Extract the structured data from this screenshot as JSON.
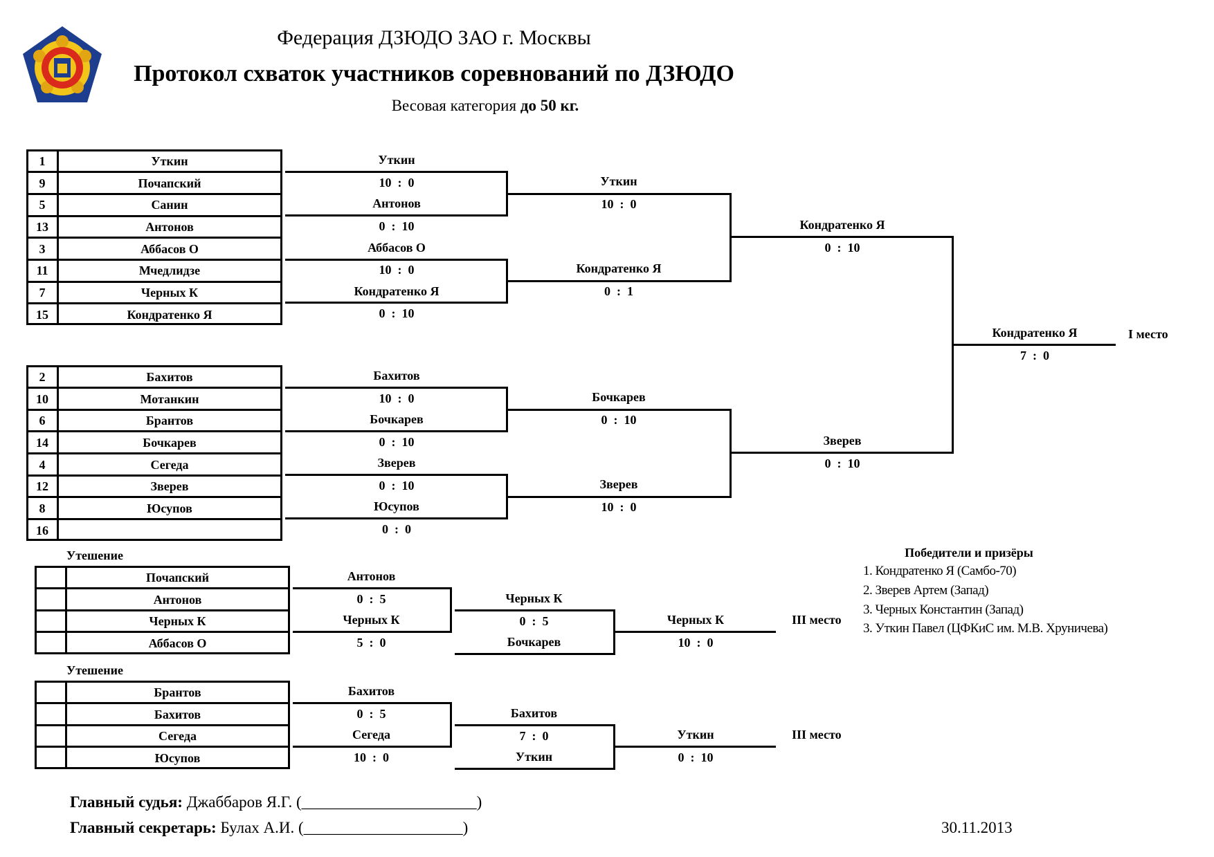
{
  "header": {
    "federation": "Федерация ДЗЮДО ЗАО г. Москвы",
    "title": "Протокол схваток участников соревнований по ДЗЮДО",
    "weight_prefix": "Весовая категория ",
    "weight_value": "до 50 кг."
  },
  "bracket_a": {
    "seeds": [
      "1",
      "9",
      "5",
      "13",
      "3",
      "11",
      "7",
      "15"
    ],
    "names": [
      "Уткин",
      "Почапский",
      "Санин",
      "Антонов",
      "Аббасов О",
      "Мчедлидзе",
      "Черных К",
      "Кондратенко Я"
    ],
    "r1": [
      {
        "winner": "Уткин",
        "score": "10  :  0"
      },
      {
        "winner": "Антонов",
        "score": "0  :  10"
      },
      {
        "winner": "Аббасов О",
        "score": "10  :  0"
      },
      {
        "winner": "Кондратенко Я",
        "score": "0  :  10"
      }
    ],
    "r2": [
      {
        "winner": "Уткин",
        "score": "10  :  0"
      },
      {
        "winner": "Кондратенко Я",
        "score": "0  :  1"
      }
    ],
    "r3": {
      "winner": "Кондратенко Я",
      "score": "0  :  10"
    }
  },
  "bracket_b": {
    "seeds": [
      "2",
      "10",
      "6",
      "14",
      "4",
      "12",
      "8",
      "16"
    ],
    "names": [
      "Бахитов",
      "Мотанкин",
      "Брантов",
      "Бочкарев",
      "Сегеда",
      "Зверев",
      "Юсупов",
      ""
    ],
    "r1": [
      {
        "winner": "Бахитов",
        "score": "10  :  0"
      },
      {
        "winner": "Бочкарев",
        "score": "0  :  10"
      },
      {
        "winner": "Зверев",
        "score": "0  :  10"
      },
      {
        "winner": "Юсупов",
        "score": "0  :  0"
      }
    ],
    "r2": [
      {
        "winner": "Бочкарев",
        "score": "0  :  10"
      },
      {
        "winner": "Зверев",
        "score": "10  :  0"
      }
    ],
    "r3": {
      "winner": "Зверев",
      "score": "0  :  10"
    }
  },
  "final": {
    "winner": "Кондратенко Я",
    "score": "7  :  0",
    "place": "I место"
  },
  "consolation_1": {
    "label": "Утешение",
    "names": [
      "Почапский",
      "Антонов",
      "Черных К",
      "Аббасов О"
    ],
    "r1": [
      {
        "winner": "Антонов",
        "score": "0  :  5"
      },
      {
        "winner": "Черных К",
        "score": "5  :  0"
      }
    ],
    "r2_top": "Черных К",
    "r2_score": "0  :  5",
    "r2_bottom": "Бочкарев",
    "r3": {
      "winner": "Черных К",
      "score": "10  :  0"
    },
    "place": "III место"
  },
  "consolation_2": {
    "label": "Утешение",
    "names": [
      "Брантов",
      "Бахитов",
      "Сегеда",
      "Юсупов"
    ],
    "r1": [
      {
        "winner": "Бахитов",
        "score": "0  :  5"
      },
      {
        "winner": "Сегеда",
        "score": "10  :  0"
      }
    ],
    "r2_top": "Бахитов",
    "r2_score": "7  :  0",
    "r2_bottom": "Уткин",
    "r3": {
      "winner": "Уткин",
      "score": "0  :  10"
    },
    "place": "III место"
  },
  "winners": {
    "title": "Победители и призёры",
    "items": [
      "1. Кондратенко Я (Самбо-70)",
      "2. Зверев Артем (Запад)",
      "3. Черных Константин (Запад)",
      "3. Уткин Павел (ЦФКиС им. М.В. Хруничева)"
    ]
  },
  "footer": {
    "judge_label": "Главный судья:",
    "judge_value": " Джаббаров Я.Г. (______________________)",
    "secretary_label": "Главный секретарь:",
    "secretary_value": " Булах А.И. (____________________)",
    "date": "30.11.2013"
  }
}
